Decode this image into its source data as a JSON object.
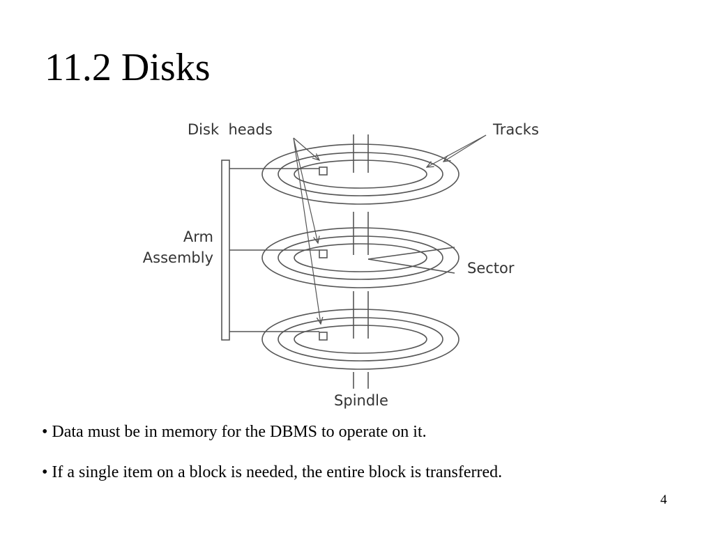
{
  "slide": {
    "title": "11.2 Disks",
    "page_number": "4"
  },
  "diagram": {
    "labels": {
      "disk_heads": "Disk  heads",
      "tracks": "Tracks",
      "arm_line1": "Arm",
      "arm_line2": "Assembly",
      "sector": "Sector",
      "spindle": "Spindle"
    },
    "colors": {
      "stroke": "#555555",
      "label": "#333333"
    }
  },
  "bullets": [
    {
      "text": "• Data must be in memory for the DBMS to operate on it."
    },
    {
      "text": "• If a single item on a block is needed, the entire block is transferred."
    }
  ]
}
